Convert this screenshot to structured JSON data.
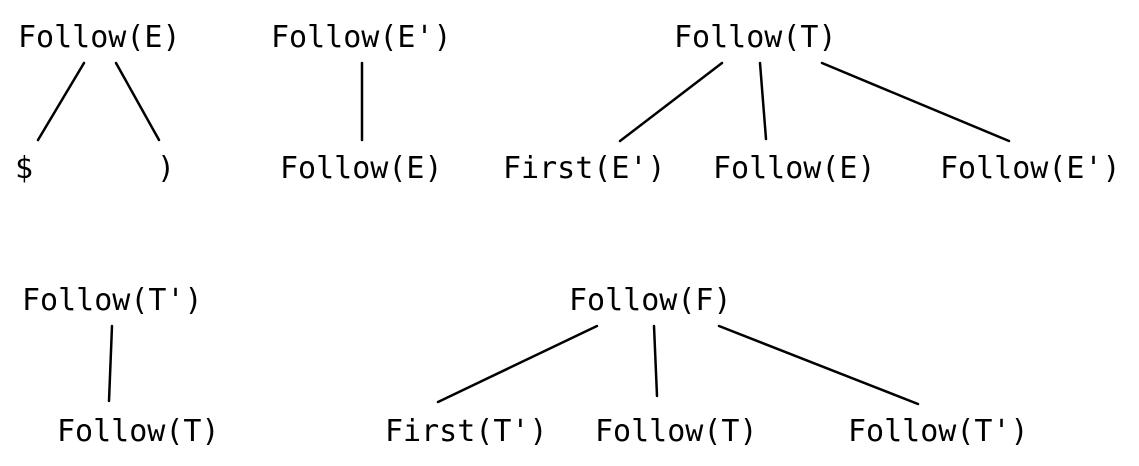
{
  "trees": [
    {
      "root": "Follow(E)",
      "children": [
        "$",
        ")"
      ]
    },
    {
      "root": "Follow(E')",
      "children": [
        "Follow(E)"
      ]
    },
    {
      "root": "Follow(T)",
      "children": [
        "First(E')",
        "Follow(E)",
        "Follow(E')"
      ]
    },
    {
      "root": "Follow(T')",
      "children": [
        "Follow(T)"
      ]
    },
    {
      "root": "Follow(F)",
      "children": [
        "First(T')",
        "Follow(T)",
        "Follow(T')"
      ]
    }
  ]
}
